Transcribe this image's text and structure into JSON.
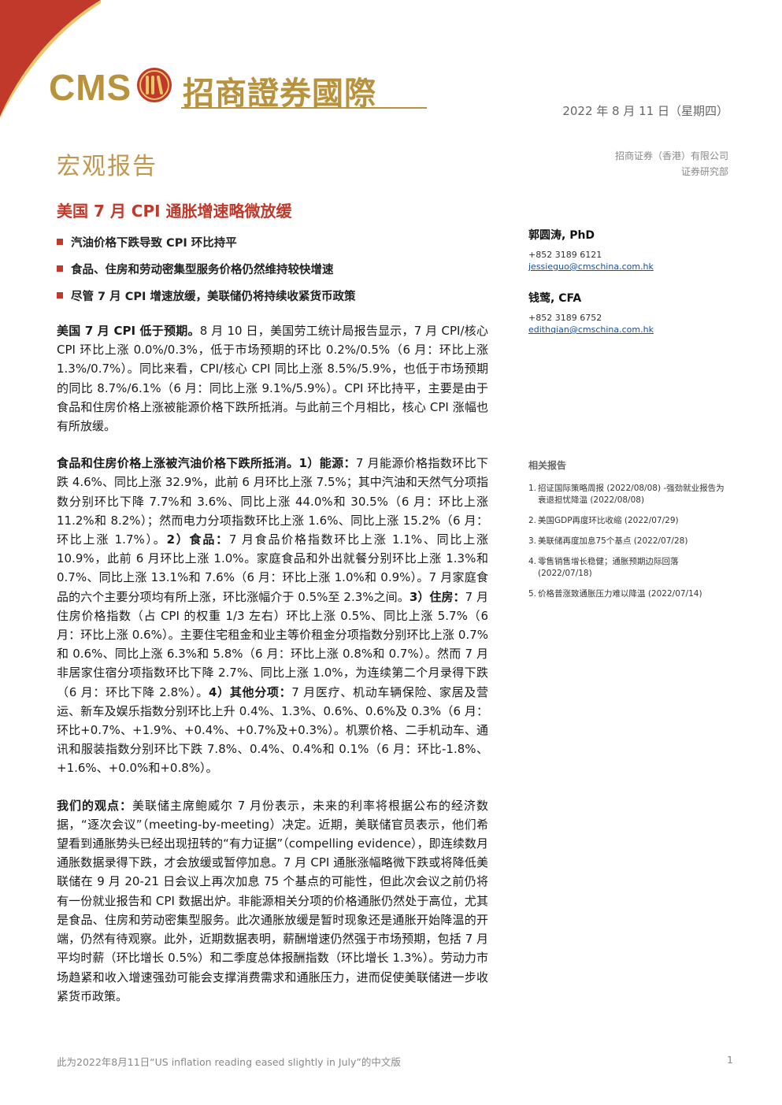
{
  "header": {
    "logo_cms": "CMS",
    "logo_cn": "招商證券國際",
    "date": "2022 年 8 月 11 日（星期四）",
    "report_type": "宏观报告",
    "company_line1": "招商证券（香港）有限公司",
    "company_line2": "证券研究部"
  },
  "title": "美国 7 月 CPI 通胀增速略微放缓",
  "highlights": [
    "汽油价格下跌导致 CPI 环比持平",
    "食品、住房和劳动密集型服务价格仍然维持较快增速",
    "尽管 7 月 CPI 增速放缓，美联储仍将持续收紧货币政策"
  ],
  "paragraphs": [
    {
      "lead": "美国 7 月 CPI 低于预期。",
      "text": "8 月 10 日，美国劳工统计局报告显示，7 月 CPI/核心 CPI 环比上涨 0.0%/0.3%，低于市场预期的环比 0.2%/0.5%（6 月：环比上涨 1.3%/0.7%）。同比来看，CPI/核心 CPI 同比上涨 8.5%/5.9%，也低于市场预期的同比 8.7%/6.1%（6 月：同比上涨 9.1%/5.9%）。CPI 环比持平，主要是由于食品和住房价格上涨被能源价格下跌所抵消。与此前三个月相比，核心 CPI 涨幅也有所放缓。"
    },
    {
      "lead": "食品和住房价格上涨被汽油价格下跌所抵消。1）能源：",
      "text": "7 月能源价格指数环比下跌 4.6%、同比上涨 32.9%，此前 6 月环比上涨 7.5%；其中汽油和天然气分项指数分别环比下降 7.7%和 3.6%、同比上涨 44.0%和 30.5%（6 月：环比上涨 11.2%和 8.2%）；然而电力分项指数环比上涨 1.6%、同比上涨 15.2%（6 月：环比上涨 1.7%）。",
      "lead2": "2）食品：",
      "text2": "7 月食品价格指数环比上涨 1.1%、同比上涨 10.9%，此前 6 月环比上涨 1.0%。家庭食品和外出就餐分别环比上涨 1.3%和 0.7%、同比上涨 13.1%和 7.6%（6 月：环比上涨 1.0%和 0.9%）。7 月家庭食品的六个主要分项均有所上涨，环比涨幅介于 0.5%至 2.3%之间。",
      "lead3": "3）住房：",
      "text3": "7 月住房价格指数（占 CPI 的权重 1/3 左右）环比上涨 0.5%、同比上涨 5.7%（6 月：环比上涨 0.6%）。主要住宅租金和业主等价租金分项指数分别环比上涨 0.7%和 0.6%、同比上涨 6.3%和 5.8%（6 月：环比上涨 0.8%和 0.7%）。然而 7 月非居家住宿分项指数环比下降 2.7%、同比上涨 1.0%，为连续第二个月录得下跌（6 月：环比下降 2.8%）。",
      "lead4": "4）其他分项：",
      "text4": "7 月医疗、机动车辆保险、家居及营运、新车及娱乐指数分别环比上升 0.4%、1.3%、0.6%、0.6%及 0.3%（6 月：环比+0.7%、+1.9%、+0.4%、+0.7%及+0.3%）。机票价格、二手机动车、通讯和服装指数分别环比下跌 7.8%、0.4%、0.4%和 0.1%（6 月：环比-1.8%、+1.6%、+0.0%和+0.8%）。"
    },
    {
      "lead": "我们的观点：",
      "text": "美联储主席鲍威尔 7 月份表示，未来的利率将根据公布的经济数据，“逐次会议”（meeting-by-meeting）决定。近期，美联储官员表示，他们希望看到通胀势头已经出现扭转的“有力证据”（compelling evidence），即连续数月通胀数据录得下跌，才会放缓或暂停加息。7 月 CPI 通胀涨幅略微下跌或将降低美联储在 9 月 20-21 日会议上再次加息 75 个基点的可能性，但此次会议之前仍将有一份就业报告和 CPI 数据出炉。非能源相关分项的价格通胀仍然处于高位，尤其是食品、住房和劳动密集型服务。此次通胀放缓是暂时现象还是通胀开始降温的开端，仍然有待观察。此外，近期数据表明，薪酬增速仍然强于市场预期，包括 7 月平均时薪（环比增长 0.5%）和二季度总体报酬指数（环比增长 1.3%）。劳动力市场趋紧和收入增速强劲可能会支撑消费需求和通胀压力，进而促使美联储进一步收紧货币政策。"
    }
  ],
  "authors": [
    {
      "name": "郭圆涛, PhD",
      "phone": "+852 3189 6121",
      "email": "jessieguo@cmschina.com.hk"
    },
    {
      "name": "钱莺, CFA",
      "phone": "+852 3189 6752",
      "email": "edithqian@cmschina.com.hk"
    }
  ],
  "related": {
    "title": "相关报告",
    "items": [
      {
        "num": "1.",
        "text": "招证国际策略周报 (2022/08/08) -强劲就业报告为衰退担忧降温 (2022/08/08)"
      },
      {
        "num": "2.",
        "text": "美国GDP再度环比收缩 (2022/07/29)"
      },
      {
        "num": "3.",
        "text": "美联储再度加息75个基点 (2022/07/28)"
      },
      {
        "num": "4.",
        "text": "零售销售增长稳健；通胀预期边际回落 (2022/07/18)"
      },
      {
        "num": "5.",
        "text": "价格普涨致通胀压力难以降温 (2022/07/14)"
      }
    ]
  },
  "footer": {
    "note": "此为2022年8月11日“US inflation reading eased slightly in July”的中文版",
    "page": "1"
  },
  "colors": {
    "gold": "#b8923c",
    "red": "#c0392b",
    "link": "#1a4fa3"
  }
}
